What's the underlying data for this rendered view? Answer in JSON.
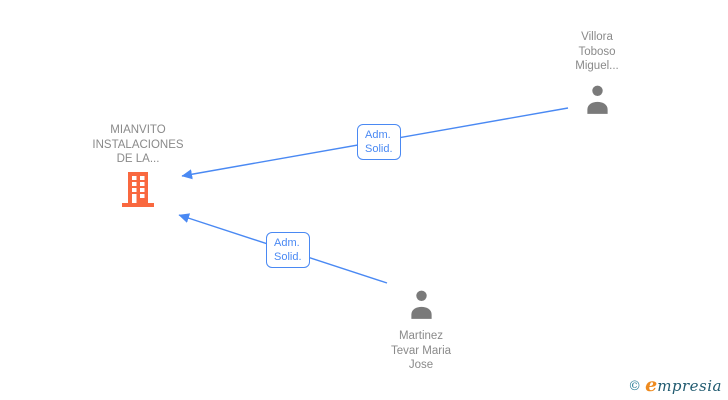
{
  "colors": {
    "edge-blue": "#4A89F3",
    "node-text-gray": "#8A8A8A",
    "building-orange": "#F9683F",
    "person-gray": "#7A7A7A",
    "logo-copyright-teal": "#2B7F99",
    "logo-e-orange": "#EE8A1E",
    "logo-text-teal": "#215B70"
  },
  "nodes": {
    "company": {
      "name": "MIANVITO\nINSTALACIONES\nDE LA...",
      "icon": "building-icon"
    },
    "person_top": {
      "name": "Villora\nToboso\nMiguel...",
      "icon": "person-icon"
    },
    "person_bottom": {
      "name": "Martinez\nTevar Maria\nJose",
      "icon": "person-icon"
    }
  },
  "edges": [
    {
      "label": "Adm.\nSolid.",
      "from": "person_top",
      "to": "company",
      "arrow": "points-at-company"
    },
    {
      "label": "Adm.\nSolid.",
      "from": "person_bottom",
      "to": "company",
      "arrow": "points-at-company"
    }
  ],
  "logo": {
    "copyright": "©",
    "initial": "e",
    "rest": "mpresia"
  }
}
